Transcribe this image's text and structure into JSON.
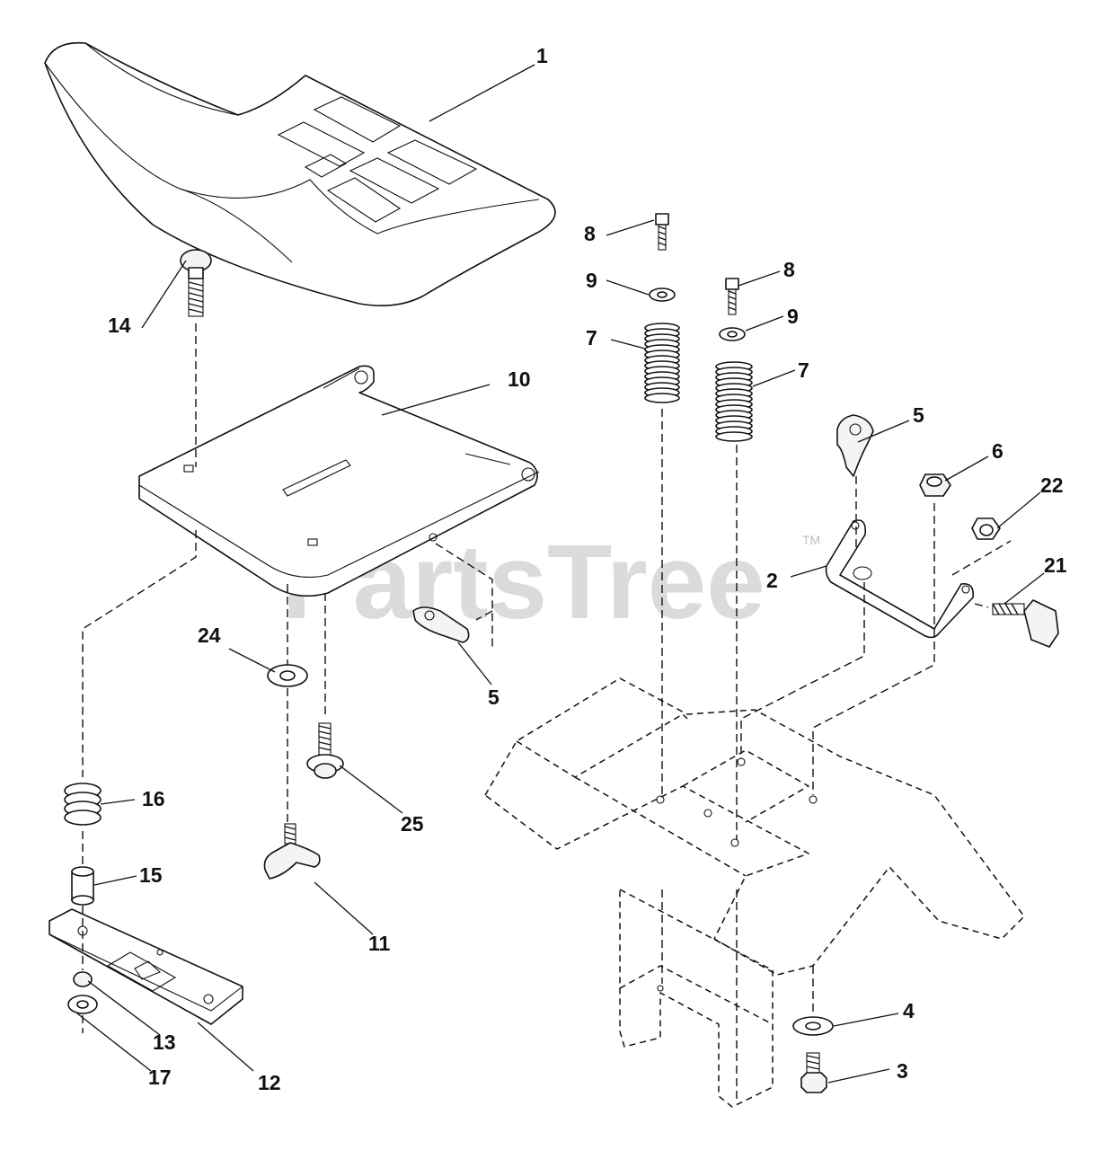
{
  "watermark": {
    "text": "PartsTree",
    "tm": "TM"
  },
  "callouts": {
    "c1": "1",
    "c2": "2",
    "c3": "3",
    "c4": "4",
    "c5a": "5",
    "c5b": "5",
    "c6": "6",
    "c7a": "7",
    "c7b": "7",
    "c8a": "8",
    "c8b": "8",
    "c9a": "9",
    "c9b": "9",
    "c10": "10",
    "c11": "11",
    "c12": "12",
    "c13": "13",
    "c14": "14",
    "c15": "15",
    "c16": "16",
    "c17": "17",
    "c21": "21",
    "c22": "22",
    "c24": "24",
    "c25": "25"
  }
}
